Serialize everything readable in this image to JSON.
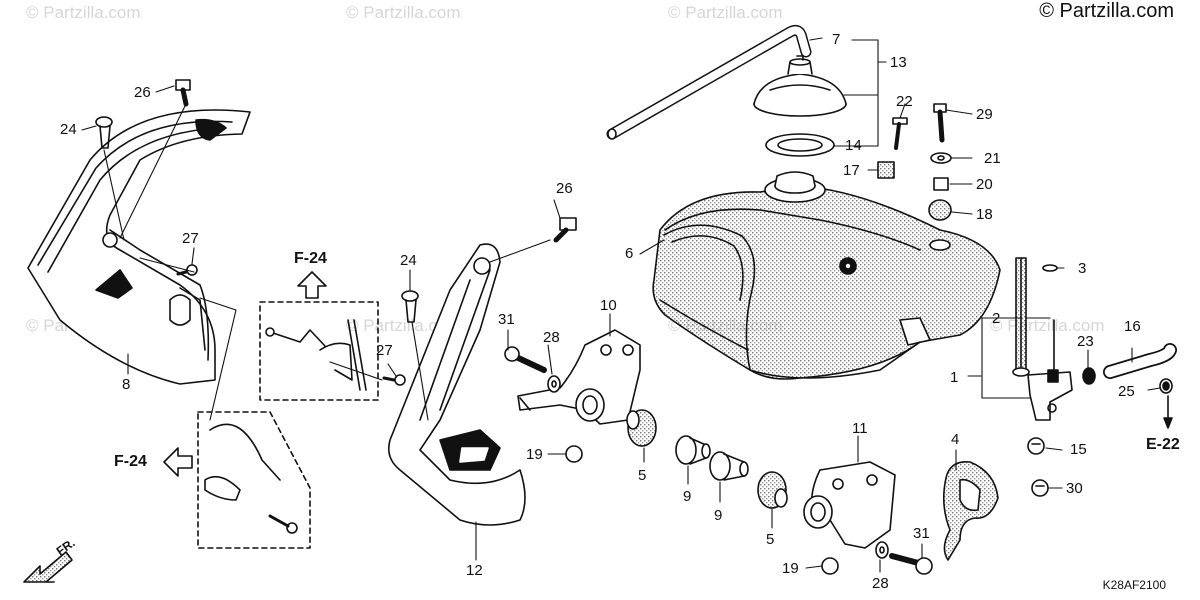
{
  "copyright": "© Partzilla.com",
  "watermark": "© Partzilla.com",
  "drawing_number": "K28AF2100",
  "front_marker": "FR.",
  "refs": {
    "f24_top": "F-24",
    "f24_left": "F-24",
    "e22": "E-22"
  },
  "callouts": {
    "c1": "1",
    "c2": "2",
    "c3": "3",
    "c4": "4",
    "c5a": "5",
    "c5b": "5",
    "c6": "6",
    "c7": "7",
    "c8": "8",
    "c9a": "9",
    "c9b": "9",
    "c10": "10",
    "c11": "11",
    "c12": "12",
    "c13": "13",
    "c14": "14",
    "c15": "15",
    "c16": "16",
    "c17": "17",
    "c18": "18",
    "c19a": "19",
    "c19b": "19",
    "c20": "20",
    "c21": "21",
    "c22": "22",
    "c23": "23",
    "c24a": "24",
    "c24b": "24",
    "c25": "25",
    "c26a": "26",
    "c26b": "26",
    "c27a": "27",
    "c27b": "27",
    "c28a": "28",
    "c28b": "28",
    "c29": "29",
    "c30": "30",
    "c31a": "31",
    "c31b": "31"
  }
}
